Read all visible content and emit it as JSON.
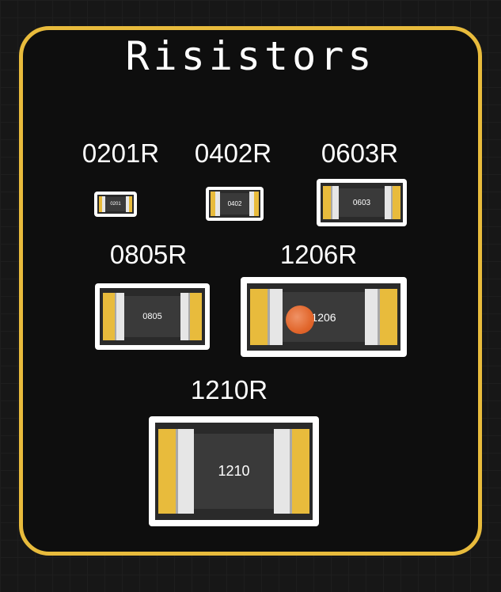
{
  "title": "Risistors",
  "components": [
    {
      "id": "0201",
      "label": "0201R",
      "code": "0201"
    },
    {
      "id": "0402",
      "label": "0402R",
      "code": "0402"
    },
    {
      "id": "0603",
      "label": "0603R",
      "code": "0603"
    },
    {
      "id": "0805",
      "label": "0805R",
      "code": "0805"
    },
    {
      "id": "1206",
      "label": "1206R",
      "code": "1206"
    },
    {
      "id": "1210",
      "label": "1210R",
      "code": "1210"
    }
  ],
  "colors": {
    "border": "#e8bb3c",
    "pad": "#e8bb3c",
    "resistive_layer": "#3a3a3a",
    "outline": "#ffffff",
    "cursor": "#f06a2a"
  },
  "icons": {
    "cursor": "pointer-dot-icon"
  }
}
